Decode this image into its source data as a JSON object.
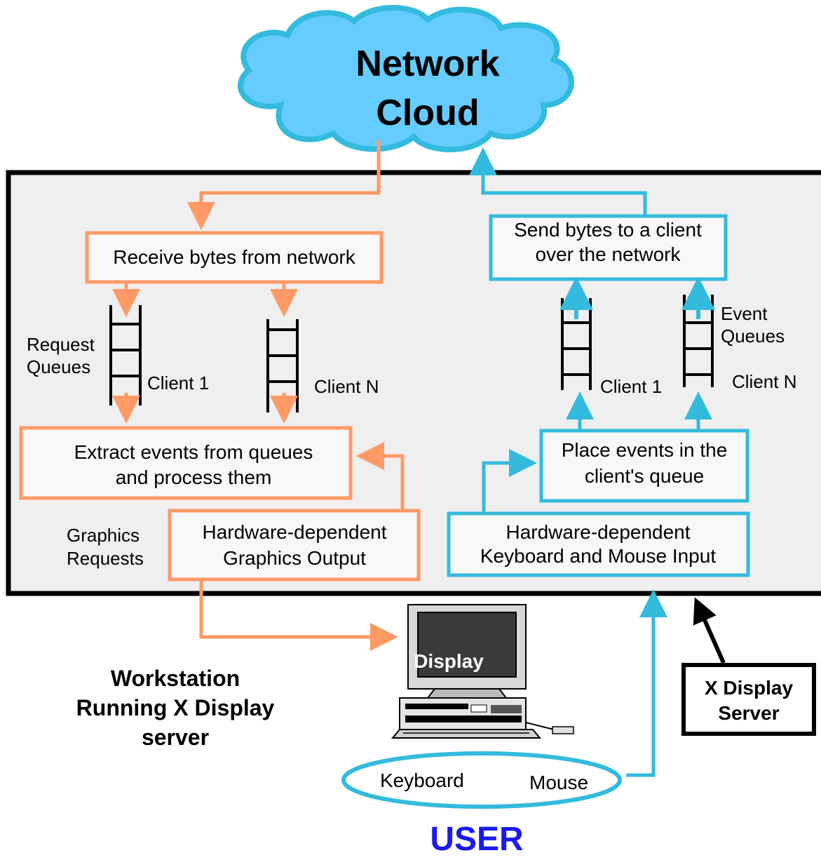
{
  "cloud": {
    "line1": "Network",
    "line2": "Cloud"
  },
  "boxes": {
    "receive": "Receive bytes from network",
    "send_line1": "Send bytes to a client",
    "send_line2": "over the network",
    "extract_line1": "Extract events from queues",
    "extract_line2": "and process them",
    "place_line1": "Place events in the",
    "place_line2": "client's queue",
    "gfx_line1": "Hardware-dependent",
    "gfx_line2": "Graphics Output",
    "input_line1": "Hardware-dependent",
    "input_line2": "Keyboard and Mouse Input"
  },
  "labels": {
    "request_queues_1": "Request",
    "request_queues_2": "Queues",
    "client1_left": "Client 1",
    "clientN_left": "Client N",
    "event_queues_1": "Event",
    "event_queues_2": "Queues",
    "client1_right": "Client 1",
    "clientN_right": "Client N",
    "graphics_requests_1": "Graphics",
    "graphics_requests_2": "Requests",
    "display": "Display",
    "workstation_1": "Workstation",
    "workstation_2": "Running X Display",
    "workstation_3": "server",
    "xserver_1": "X Display",
    "xserver_2": "Server",
    "keyboard": "Keyboard",
    "mouse": "Mouse",
    "user": "USER"
  },
  "colors": {
    "orange": "#ff9966",
    "blue": "#33bbdd",
    "cloud_fill": "#66ccff",
    "server_fill": "#efefef",
    "user_text": "#1a1aee"
  }
}
